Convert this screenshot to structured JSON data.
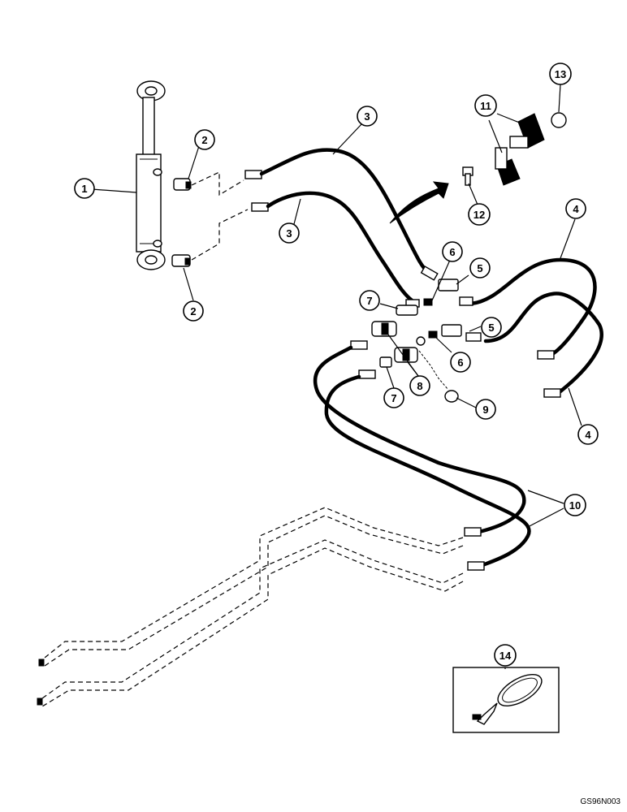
{
  "diagram": {
    "callouts": [
      {
        "id": "c1",
        "label": "1"
      },
      {
        "id": "c2a",
        "label": "2"
      },
      {
        "id": "c2b",
        "label": "2"
      },
      {
        "id": "c3a",
        "label": "3"
      },
      {
        "id": "c3b",
        "label": "3"
      },
      {
        "id": "c4a",
        "label": "4"
      },
      {
        "id": "c4b",
        "label": "4"
      },
      {
        "id": "c5a",
        "label": "5"
      },
      {
        "id": "c5b",
        "label": "5"
      },
      {
        "id": "c6a",
        "label": "6"
      },
      {
        "id": "c6b",
        "label": "6"
      },
      {
        "id": "c7a",
        "label": "7"
      },
      {
        "id": "c7b",
        "label": "7"
      },
      {
        "id": "c8",
        "label": "8"
      },
      {
        "id": "c9",
        "label": "9"
      },
      {
        "id": "c10",
        "label": "10"
      },
      {
        "id": "c11",
        "label": "11"
      },
      {
        "id": "c12",
        "label": "12"
      },
      {
        "id": "c13",
        "label": "13"
      },
      {
        "id": "c14",
        "label": "14"
      }
    ],
    "drawing_code": "GS96N003"
  }
}
